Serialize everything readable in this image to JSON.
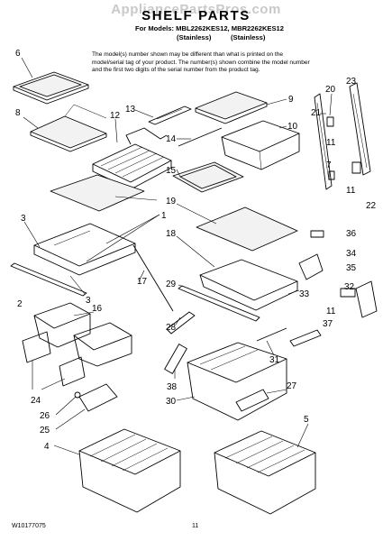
{
  "header": {
    "watermark": "AppliancePartsPros.com",
    "title": "SHELF PARTS",
    "models": "For Models: MBL2262KES12, MBR2262KES12",
    "finish_left": "(Stainless)",
    "finish_right": "(Stainless)"
  },
  "note": "The model(s) number shown may be different than what is printed on the model/serial tag of your product. The number(s) shown combine the model number and the first two digits of the serial number from the product tag.",
  "footer": {
    "part_number": "W10177075",
    "page": "11"
  },
  "callouts": [
    "6",
    "8",
    "12",
    "13",
    "9",
    "10",
    "20",
    "23",
    "21",
    "11",
    "7",
    "11",
    "22",
    "14",
    "15",
    "19",
    "3",
    "1",
    "18",
    "36",
    "34",
    "35",
    "2",
    "17",
    "3",
    "29",
    "33",
    "32",
    "16",
    "11",
    "37",
    "28",
    "31",
    "24",
    "38",
    "30",
    "27",
    "26",
    "25",
    "4",
    "5"
  ]
}
